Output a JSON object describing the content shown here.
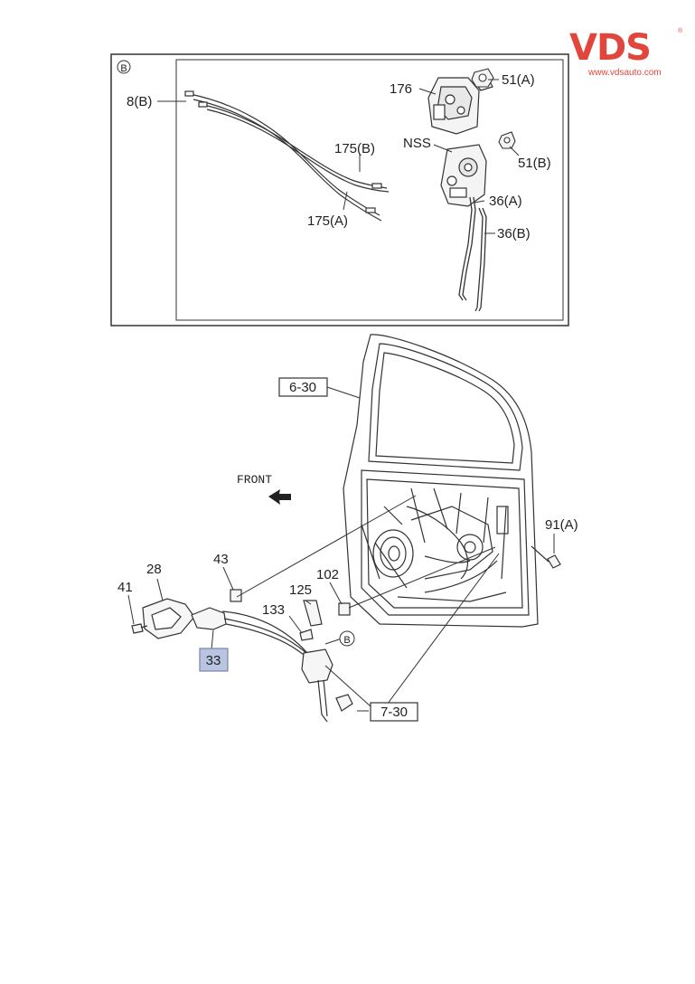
{
  "logo": {
    "brand": "VDS",
    "url": "www.vdsauto.com",
    "registered": "®"
  },
  "inset": {
    "marker": "B",
    "labels": {
      "l_8B": "8(B)",
      "l_176": "176",
      "l_51A": "51(A)",
      "l_NSS": "NSS",
      "l_51B": "51(B)",
      "l_175B": "175(B)",
      "l_175A": "175(A)",
      "l_36A": "36(A)",
      "l_36B": "36(B)"
    }
  },
  "main": {
    "front_label": "FRONT",
    "b_marker": "B",
    "labels": {
      "l_6_30": "6-30",
      "l_91A": "91(A)",
      "l_43": "43",
      "l_28": "28",
      "l_41": "41",
      "l_102": "102",
      "l_125": "125",
      "l_133": "133",
      "l_33": "33",
      "l_7_30": "7-30"
    }
  },
  "colors": {
    "logo_red": "#e0463c",
    "highlight_fill": "#b8c4e0",
    "highlight_stroke": "#7a86a8",
    "line": "#333333"
  }
}
